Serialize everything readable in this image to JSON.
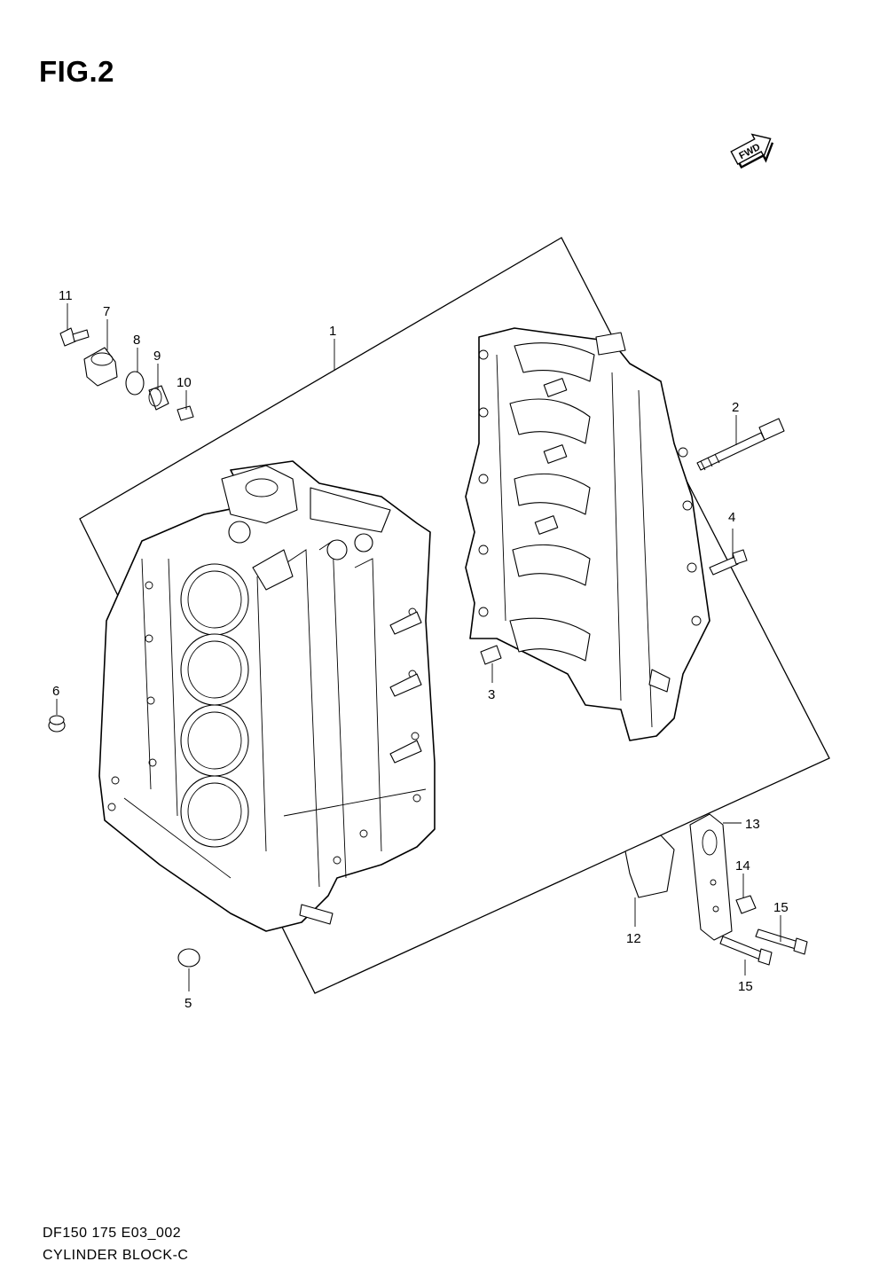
{
  "figure": {
    "title": "FIG.2",
    "direction_badge": "FWD",
    "footer_code": "DF150 175 E03_002",
    "footer_name": "CYLINDER BLOCK-C"
  },
  "callouts": [
    {
      "id": "c1",
      "label": "1"
    },
    {
      "id": "c2",
      "label": "2"
    },
    {
      "id": "c3",
      "label": "3"
    },
    {
      "id": "c4",
      "label": "4"
    },
    {
      "id": "c5",
      "label": "5"
    },
    {
      "id": "c6",
      "label": "6"
    },
    {
      "id": "c7",
      "label": "7"
    },
    {
      "id": "c8",
      "label": "8"
    },
    {
      "id": "c9",
      "label": "9"
    },
    {
      "id": "c10",
      "label": "10"
    },
    {
      "id": "c11",
      "label": "11"
    },
    {
      "id": "c12",
      "label": "12"
    },
    {
      "id": "c13",
      "label": "13"
    },
    {
      "id": "c14",
      "label": "14"
    },
    {
      "id": "c15a",
      "label": "15"
    },
    {
      "id": "c15b",
      "label": "15"
    }
  ]
}
